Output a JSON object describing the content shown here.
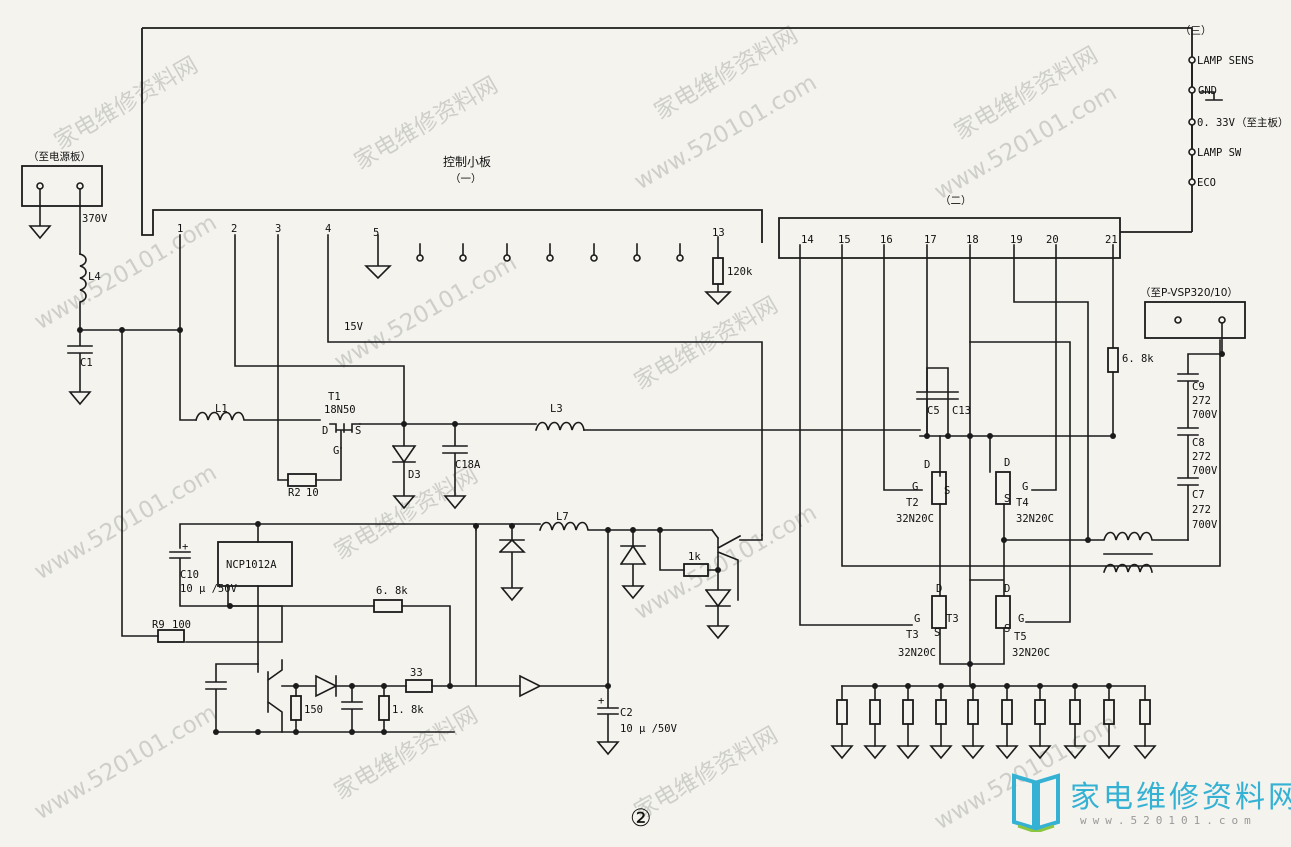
{
  "labels": {
    "control_board": "控制小板",
    "sec1": "（一）",
    "sec2": "（二）",
    "sec3": "（三）",
    "to_psu": "（至电源板）",
    "to_vsp": "（至P-VSP320/10）",
    "to_main": "（至主板）",
    "lamp_sens": "LAMP SENS",
    "gnd": "GND",
    "v033": "0. 33V",
    "lamp_sw": "LAMP SW",
    "eco": "ECO",
    "v370": "370V",
    "v15": "15V",
    "fig": "②"
  },
  "pins": [
    "1",
    "2",
    "3",
    "4",
    "5",
    "13",
    "14",
    "15",
    "16",
    "17",
    "18",
    "19",
    "20",
    "21"
  ],
  "components": {
    "L4": "L4",
    "C1": "C1",
    "L1": "L1",
    "T1": "T1",
    "T1_part": "18N50",
    "pin_d": "D",
    "pin_g": "G",
    "pin_s": "S",
    "R2": "R2",
    "R2_val": "10",
    "D3": "D3",
    "C18A": "C18A",
    "L3": "L3",
    "R120k": "120k",
    "R6k8a": "6. 8k",
    "C5": "C5",
    "C13": "C13",
    "C9": "C9",
    "C8": "C8",
    "C7": "C7",
    "cap_val": "272",
    "cap_v": "700V",
    "T2": "T2",
    "T3": "T3",
    "T4": "T4",
    "T5": "T5",
    "T_part": "32N20C",
    "C10": "C10",
    "C10_val": "10 μ /50V",
    "NCP": "NCP1012A",
    "R9": "R9",
    "R9_val": "100",
    "R6k8b": "6. 8k",
    "L7": "L7",
    "R1k": "1k",
    "R150": "150",
    "R1k8": "1. 8k",
    "R33": "33",
    "C2": "C2",
    "C2_val": "10 μ /50V"
  },
  "watermarks": {
    "site": "www.520101.com",
    "cn": "家电维修资料网"
  },
  "logo": {
    "title": "家电维修资料网",
    "url": "www.520101.com",
    "accent": "#35b1d4"
  }
}
